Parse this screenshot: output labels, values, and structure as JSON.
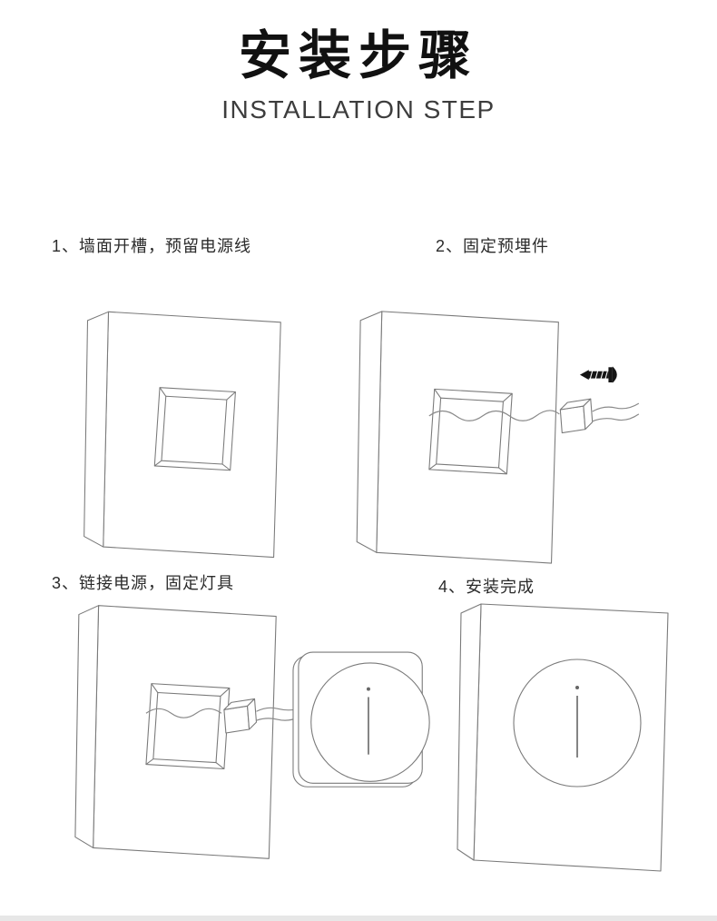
{
  "header": {
    "title": "安装步骤",
    "subtitle": "INSTALLATION STEP"
  },
  "steps": [
    {
      "number": "1",
      "label": "1、墙面开槽，预留电源线"
    },
    {
      "number": "2",
      "label": "2、固定预埋件"
    },
    {
      "number": "3",
      "label": "3、链接电源，固定灯具"
    },
    {
      "number": "4",
      "label": "4、安装完成"
    }
  ],
  "colors": {
    "line": "#7a7a7a",
    "text": "#2b2b2b",
    "title": "#111111",
    "screw": "#151515"
  }
}
